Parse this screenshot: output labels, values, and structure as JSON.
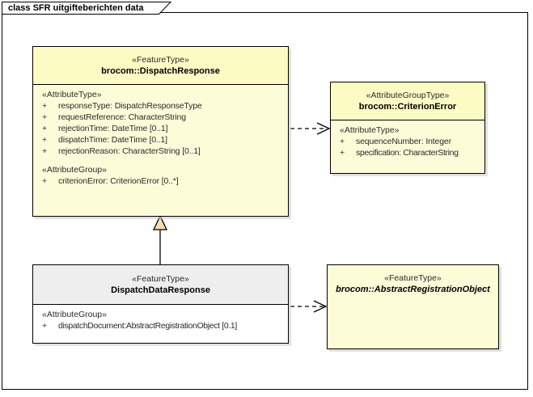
{
  "diagram": {
    "title": "class SFR uitgifteberichten data",
    "background": "#ffffff",
    "frame_border_color": "#000000",
    "class_fill": "#fdfcd9",
    "class_header_fill": "#fdfbc4",
    "selected_header_fill": "#eeeeee",
    "generalization_arrow_fill": "#f6dcae"
  },
  "classes": [
    {
      "id": "dispatch-response",
      "stereotype": "«FeatureType»",
      "name": "brocom::DispatchResponse",
      "abstract": false,
      "selected": false,
      "compartments": [
        {
          "group_label": "«AttributeType»",
          "attributes": [
            {
              "visibility": "+",
              "signature": "responseType: DispatchResponseType"
            },
            {
              "visibility": "+",
              "signature": "requestReference: CharacterString"
            },
            {
              "visibility": "+",
              "signature": "rejectionTime: DateTime [0..1]"
            },
            {
              "visibility": "+",
              "signature": "dispatchTime: DateTime [0..1]"
            },
            {
              "visibility": "+",
              "signature": "rejectionReason: CharacterString [0..1]"
            }
          ]
        },
        {
          "group_label": "«AttributeGroup»",
          "attributes": [
            {
              "visibility": "+",
              "signature": "criterionError: CriterionError [0..*]"
            }
          ]
        }
      ]
    },
    {
      "id": "criterion-error",
      "stereotype": "«AttributeGroupType»",
      "name": "brocom::CriterionError",
      "abstract": false,
      "selected": false,
      "compartments": [
        {
          "group_label": "«AttributeType»",
          "attributes": [
            {
              "visibility": "+",
              "signature": "sequenceNumber: Integer"
            },
            {
              "visibility": "+",
              "signature": "specification: CharacterString"
            }
          ]
        }
      ]
    },
    {
      "id": "dispatch-data-response",
      "stereotype": "«FeatureType»",
      "name": "DispatchDataResponse",
      "abstract": false,
      "selected": true,
      "compartments": [
        {
          "group_label": "«AttributeGroup»",
          "attributes": [
            {
              "visibility": "+",
              "signature": "dispatchDocument:AbstractRegistrationObject [0.1]"
            }
          ]
        }
      ]
    },
    {
      "id": "abstract-registration-object",
      "stereotype": "«FeatureType»",
      "name": "brocom::AbstractRegistrationObject",
      "abstract": true,
      "selected": false,
      "compartments": []
    }
  ],
  "connectors": [
    {
      "id": "generalization",
      "type": "generalization",
      "from": "dispatch-data-response",
      "to": "dispatch-response"
    },
    {
      "id": "dependency-criterion-error",
      "type": "dependency",
      "from": "dispatch-response",
      "to": "criterion-error"
    },
    {
      "id": "dependency-registration-object",
      "type": "dependency",
      "from": "dispatch-data-response",
      "to": "abstract-registration-object"
    }
  ]
}
